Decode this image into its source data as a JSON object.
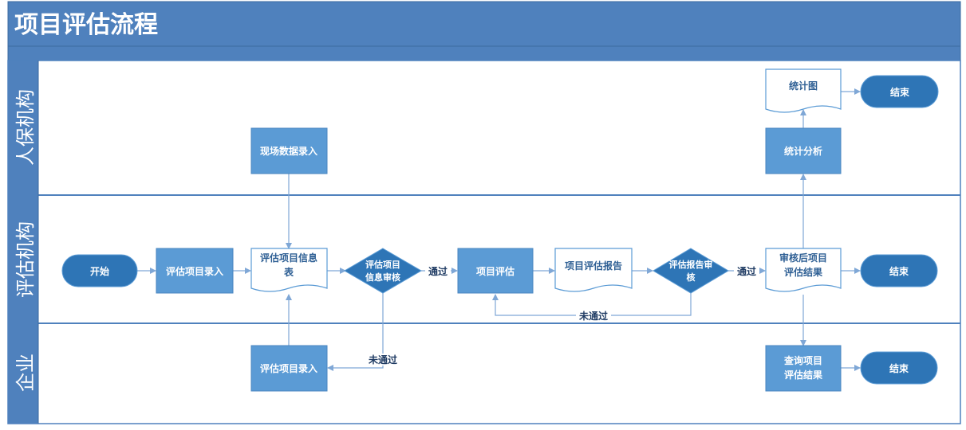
{
  "title": "项目评估流程",
  "colors": {
    "header": "#4f81bd",
    "lane_bg": "#4f81bd",
    "process": "#5b9bd5",
    "terminator": "#2e75b6",
    "document_fill": "#ffffff",
    "document_stroke": "#5b9bd5",
    "decision": "#2e75b6",
    "line": "#7fa7d6",
    "border": "#7f9cc8"
  },
  "lanes": [
    {
      "id": "renbao",
      "label": "人保机构"
    },
    {
      "id": "pinggu",
      "label": "评估机构"
    },
    {
      "id": "qiye",
      "label": "企业"
    }
  ],
  "nodes": {
    "start": "开始",
    "entry1": "评估项目录入",
    "info_table": [
      "评估项目信息",
      "表"
    ],
    "review1": [
      "评估项目",
      "信息审核"
    ],
    "project_eval": "项目评估",
    "eval_report": "项目评估报告",
    "review2": [
      "评估报告审",
      "核"
    ],
    "result_after": [
      "审核后项目",
      "评估结果"
    ],
    "end_mid": "结束",
    "field_entry": "现场数据录入",
    "stat_analysis": "统计分析",
    "stat_chart": "统计图",
    "end_top": "结束",
    "entry_ent": "评估项目录入",
    "query_result": [
      "查询项目",
      "评估结果"
    ],
    "end_bot": "结束"
  },
  "edge_labels": {
    "pass1": "通过",
    "pass2": "通过",
    "fail1": "未通过",
    "fail2": "未通过"
  }
}
